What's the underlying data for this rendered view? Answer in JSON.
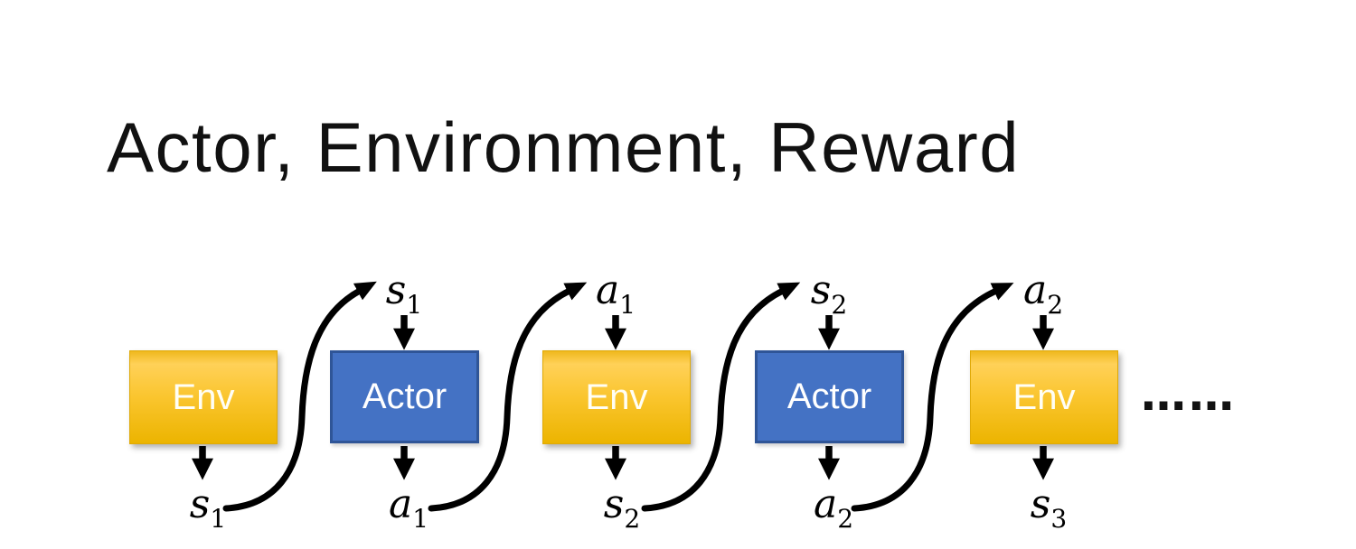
{
  "slide": {
    "title": "Actor, Environment, Reward",
    "ellipsis": "……"
  },
  "colors": {
    "title_text": "#111111",
    "env_gradient_top": "#EFB81D",
    "env_gradient_light": "#FFD158",
    "env_gradient_mid": "#FAC52E",
    "env_gradient_bottom": "#ECB400",
    "env_border": "#DFA907",
    "actor_fill": "#4472C4",
    "actor_border": "#2F5597",
    "box_text": "#FFFFFF",
    "arrow": "#000000"
  },
  "diagram": {
    "boxes": [
      {
        "label": "Env",
        "kind": "env"
      },
      {
        "label": "Actor",
        "kind": "actor"
      },
      {
        "label": "Env",
        "kind": "env"
      },
      {
        "label": "Actor",
        "kind": "actor"
      },
      {
        "label": "Env",
        "kind": "env"
      }
    ],
    "top_labels": [
      {
        "base": "s",
        "sub": "1"
      },
      {
        "base": "a",
        "sub": "1"
      },
      {
        "base": "s",
        "sub": "2"
      },
      {
        "base": "a",
        "sub": "2"
      }
    ],
    "bottom_labels": [
      {
        "base": "s",
        "sub": "1"
      },
      {
        "base": "a",
        "sub": "1"
      },
      {
        "base": "s",
        "sub": "2"
      },
      {
        "base": "a",
        "sub": "2"
      },
      {
        "base": "s",
        "sub": "3"
      }
    ]
  }
}
